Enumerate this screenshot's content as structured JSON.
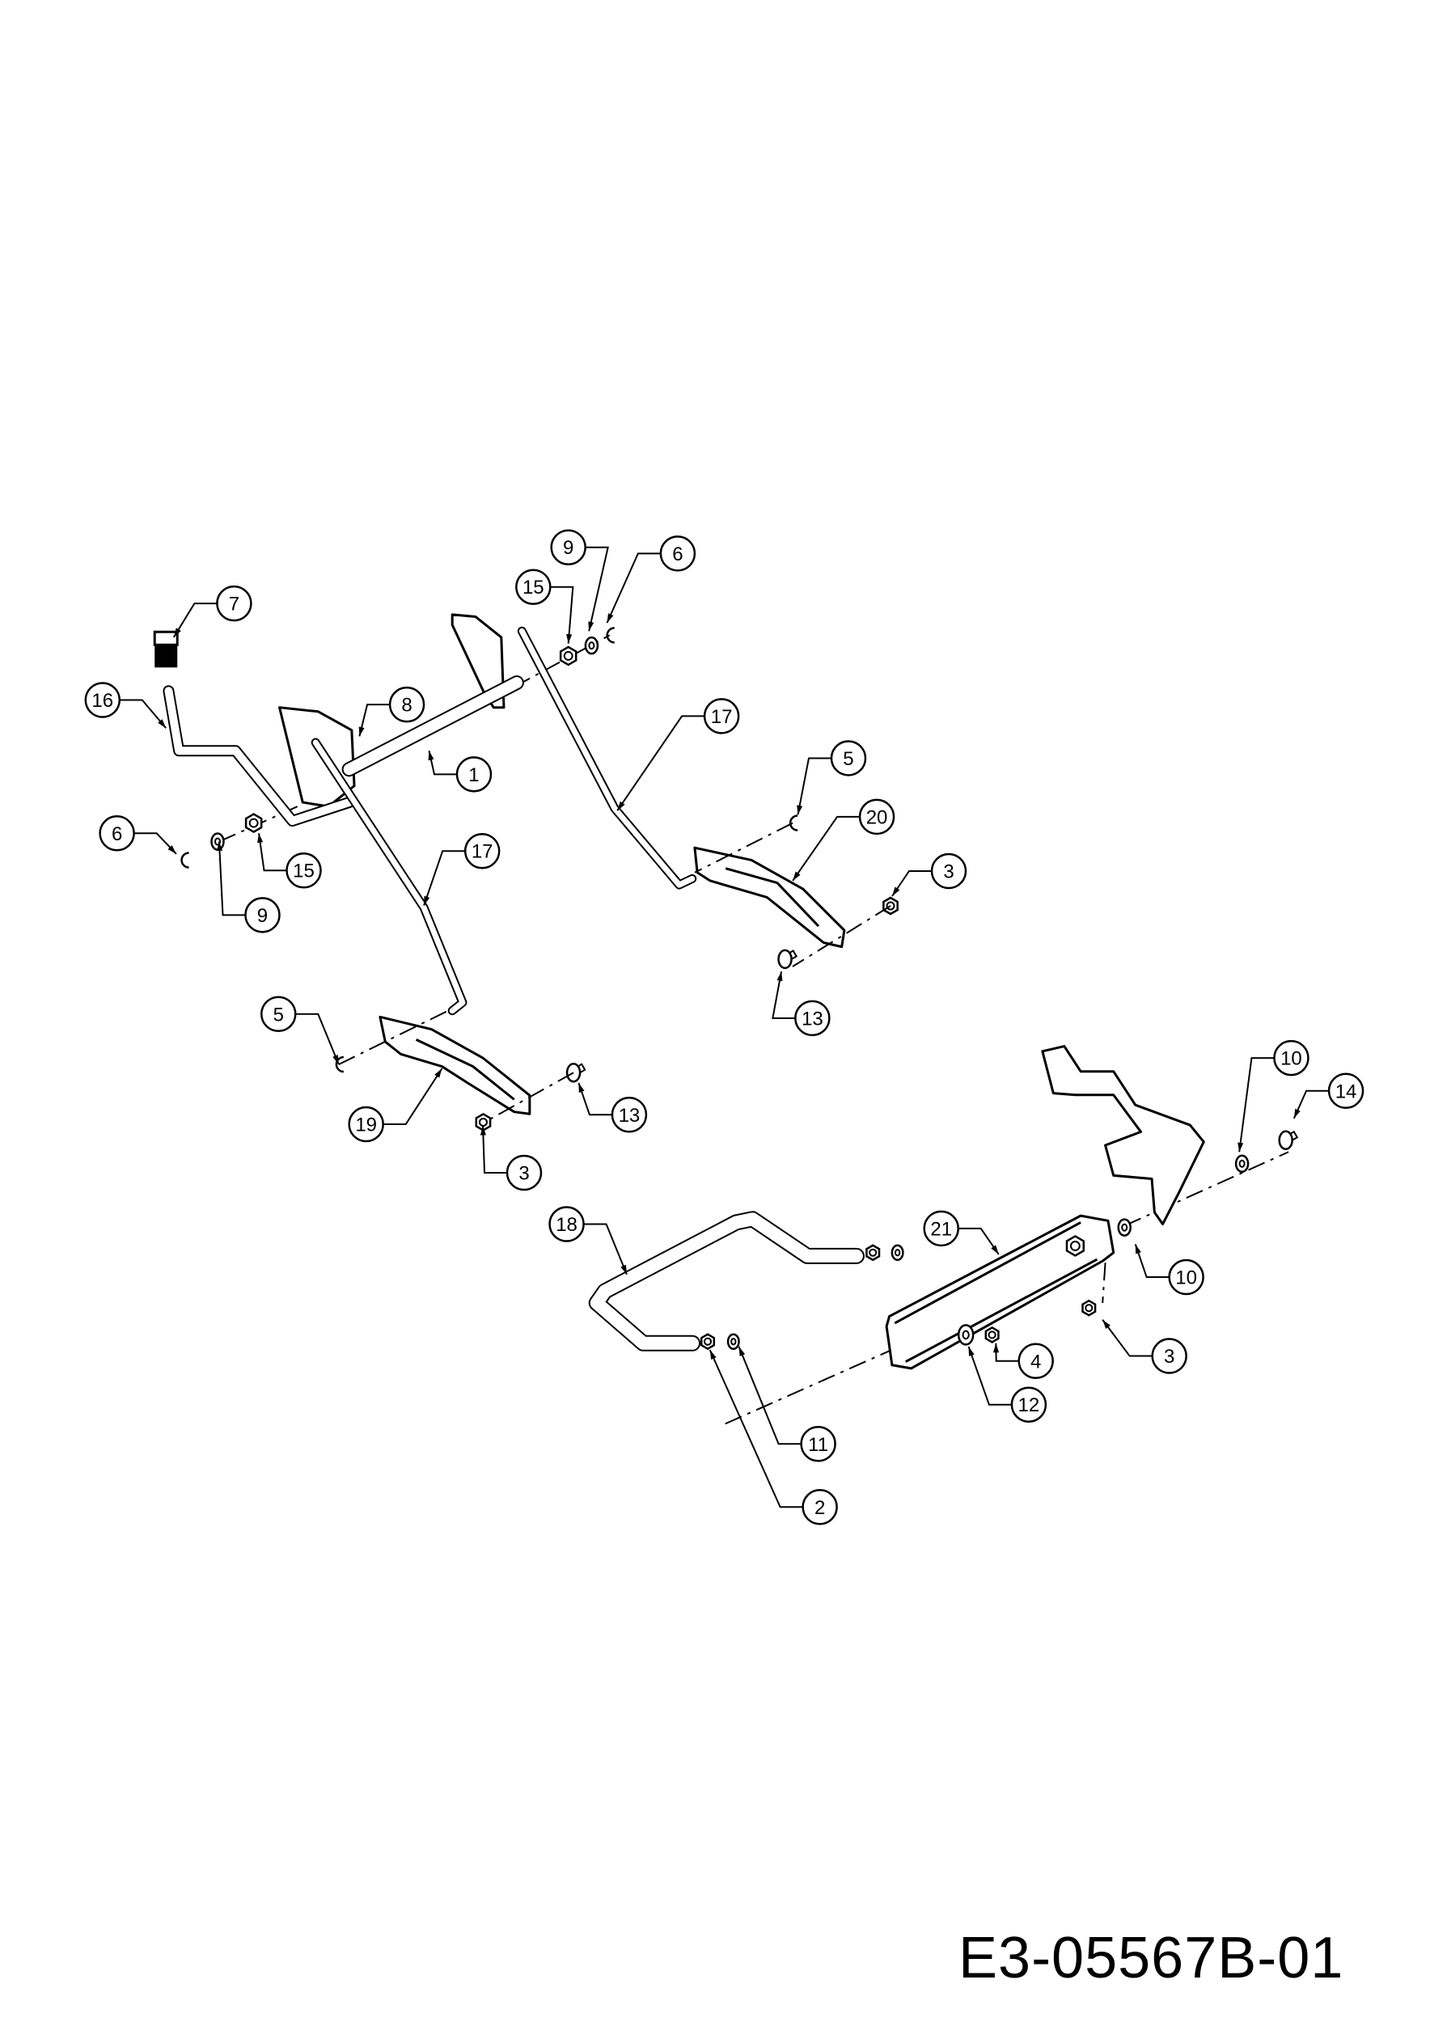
{
  "diagram": {
    "drawing_number": "E3-05567B-01",
    "callouts": [
      "7",
      "16",
      "8",
      "1",
      "9",
      "6",
      "15",
      "17",
      "5",
      "20",
      "6",
      "15",
      "9",
      "17",
      "13",
      "5",
      "19",
      "13",
      "3",
      "3",
      "10",
      "14",
      "18",
      "21",
      "10",
      "3",
      "4",
      "12",
      "11",
      "2"
    ]
  }
}
